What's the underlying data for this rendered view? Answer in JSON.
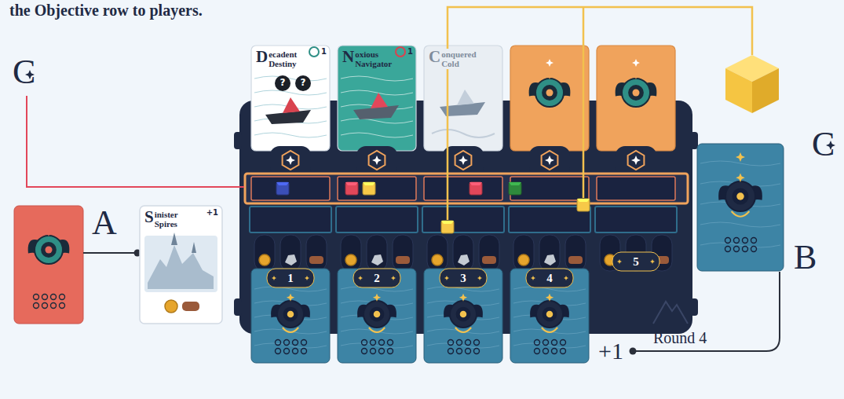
{
  "diagram": {
    "nodes": [
      {
        "text": [
          "Decadent Destiny",
          "1",
          "?",
          "?"
        ]
      },
      {
        "text": [
          "Noxious Navigator",
          "1"
        ]
      },
      {
        "text": [
          "Conquered Cold"
        ]
      },
      {
        "text": [
          "Sinister Spires",
          "+1"
        ]
      }
    ],
    "labels": [
      "the Objective row to players.",
      "C",
      "C",
      "A",
      "B",
      "1",
      "2",
      "3",
      "4",
      "5",
      "+1",
      "Round 4"
    ]
  }
}
